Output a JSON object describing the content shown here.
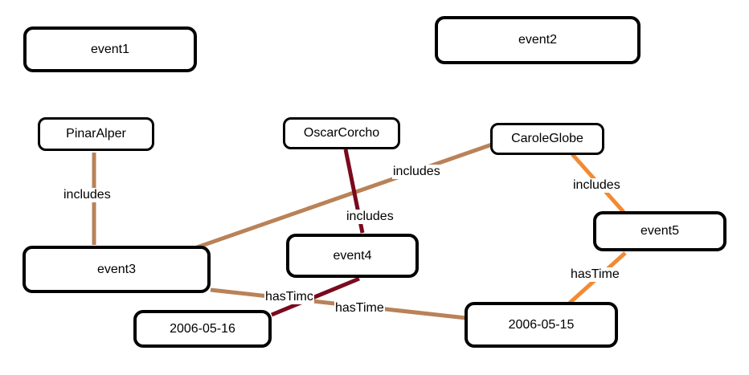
{
  "colors": {
    "brown": "#b98258",
    "dark_red": "#7a0a1e",
    "orange": "#f28a32",
    "border": "#000000",
    "background": "#ffffff"
  },
  "nodes": {
    "event1": "event1",
    "event2": "event2",
    "pinar_alper": "PinarAlper",
    "oscar_corcho": "OscarCorcho",
    "carole_globe": "CaroleGlobe",
    "event3": "event3",
    "event4": "event4",
    "event5": "event5",
    "date_2006_05_16": "2006-05-16",
    "date_2006_05_15": "2006-05-15"
  },
  "edges": {
    "pinar_event3": "includes",
    "carole_event3": "includes",
    "oscar_event4": "includes",
    "carole_event5": "includes",
    "event5_date15": "hasTime",
    "event3_date15": "hasTime",
    "event4_date16": "hasTimc"
  }
}
